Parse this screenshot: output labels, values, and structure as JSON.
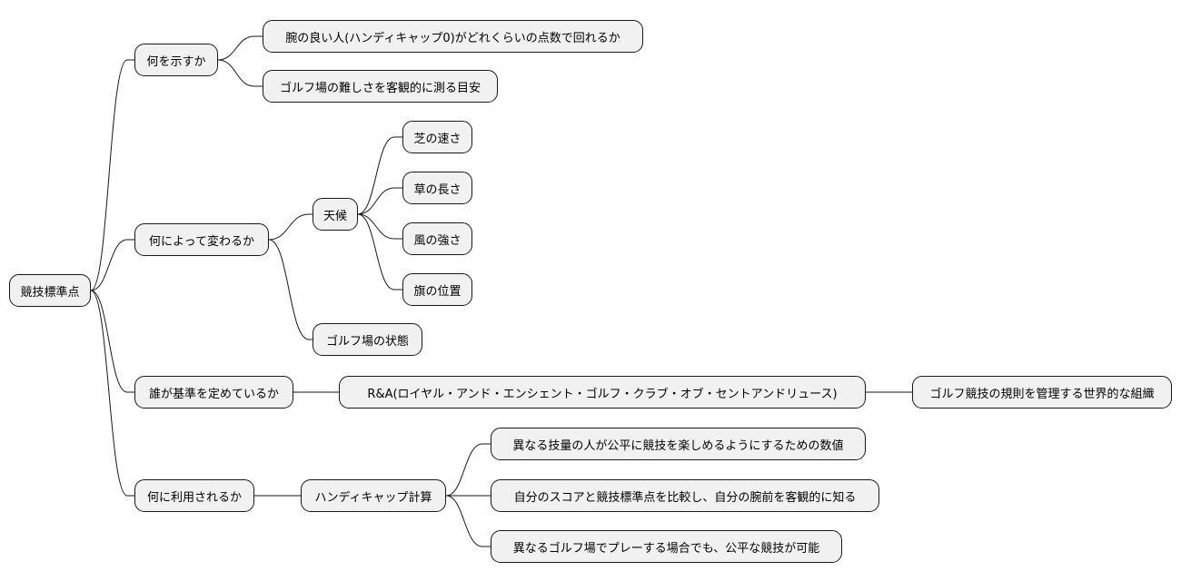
{
  "mindmap": {
    "root": "競技標準点",
    "branch1": {
      "label": "何を示すか",
      "child1": "腕の良い人(ハンディキャップ0)がどれくらいの点数で回れるか",
      "child2": "ゴルフ場の難しさを客観的に測る目安"
    },
    "branch2": {
      "label": "何によって変わるか",
      "weather": {
        "label": "天候",
        "items": [
          "芝の速さ",
          "草の長さ",
          "風の強さ",
          "旗の位置"
        ]
      },
      "course_condition": "ゴルフ場の状態"
    },
    "branch3": {
      "label": "誰が基準を定めているか",
      "org": "R&A(ロイヤル・アンド・エンシェント・ゴルフ・クラブ・オブ・セントアンドリュース)",
      "org_desc": "ゴルフ競技の規則を管理する世界的な組織"
    },
    "branch4": {
      "label": "何に利用されるか",
      "handicap": {
        "label": "ハンディキャップ計算",
        "items": [
          "異なる技量の人が公平に競技を楽しめるようにするための数値",
          "自分のスコアと競技標準点を比較し、自分の腕前を客観的に知る",
          "異なるゴルフ場でプレーする場合でも、公平な競技が可能"
        ]
      }
    }
  },
  "colors": {
    "node_fill": "#f1f1f1",
    "node_border": "#181818",
    "line": "#181818"
  }
}
